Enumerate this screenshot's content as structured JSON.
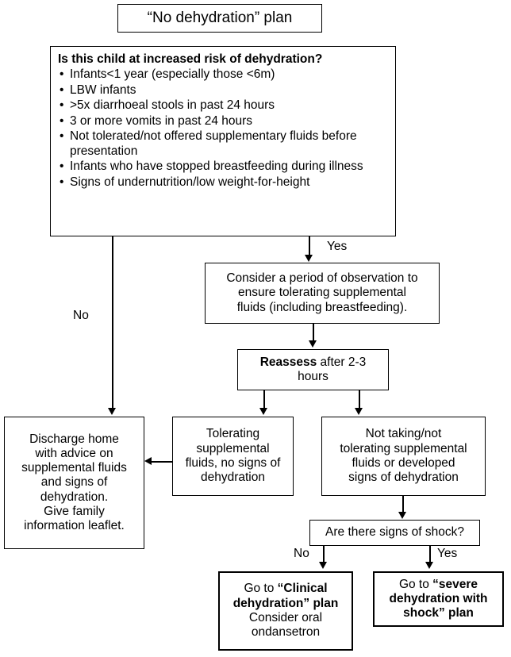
{
  "diagram": {
    "title": "“No dehydration” plan",
    "nodes": {
      "title_box": {
        "label": "“No dehydration” plan"
      },
      "risk_question": {
        "heading": "Is this child at increased risk of dehydration?",
        "bullets": [
          "Infants<1 year (especially those <6m)",
          "LBW infants",
          ">5x diarrhoeal stools in past 24 hours",
          "3 or more vomits in past 24 hours",
          "Not tolerated/not offered supplementary fluids before presentation",
          "Infants who have stopped breastfeeding during illness",
          "Signs of undernutrition/low weight-for-height"
        ]
      },
      "observation": {
        "line1": "Consider a period of observation to",
        "line2": "ensure tolerating supplemental",
        "line3": "fluids (including breastfeeding)."
      },
      "reassess": {
        "bold": "Reassess",
        "rest": " after 2-3",
        "line2": "hours"
      },
      "discharge": {
        "line1": "Discharge home",
        "line2": "with advice on",
        "line3": "supplemental fluids",
        "line4": "and signs of",
        "line5": "dehydration.",
        "line6": "Give family",
        "line7": "information leaflet."
      },
      "tolerating": {
        "line1": "Tolerating",
        "line2": "supplemental",
        "line3": "fluids, no signs of",
        "line4": "dehydration"
      },
      "not_tolerating": {
        "line1": "Not taking/not",
        "line2": "tolerating supplemental",
        "line3": "fluids or developed",
        "line4": "signs of dehydration"
      },
      "shock_question": {
        "label": "Are there signs of shock?"
      },
      "goto_clinical": {
        "prefix": "Go to ",
        "bold1": "“Clinical",
        "bold2": "dehydration” plan",
        "line3": "Consider oral",
        "line4": "ondansetron"
      },
      "goto_severe": {
        "prefix": "Go to ",
        "bold1": "“severe",
        "bold2": "dehydration with",
        "bold3": "shock” plan"
      }
    },
    "edge_labels": {
      "risk_yes": "Yes",
      "risk_no": "No",
      "shock_no": "No",
      "shock_yes": "Yes"
    },
    "colors": {
      "line": "#000000",
      "box_border": "#000000",
      "background": "#ffffff",
      "text": "#000000"
    }
  }
}
